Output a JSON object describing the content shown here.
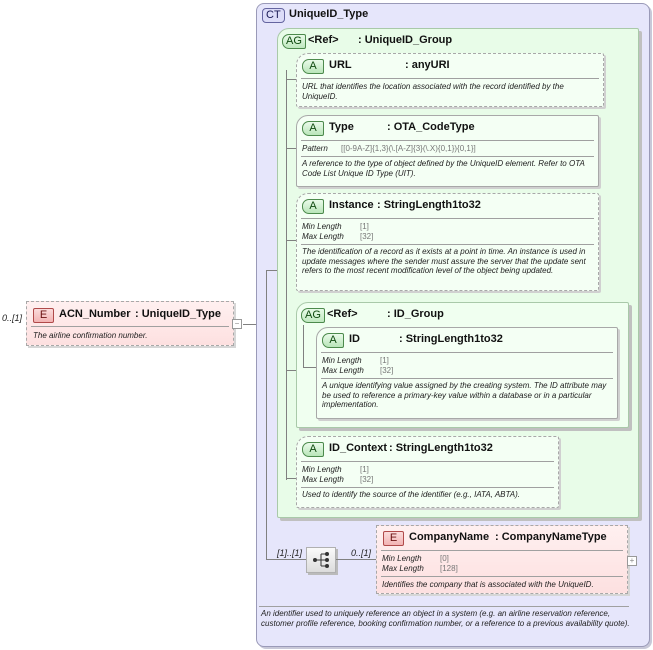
{
  "root_element": {
    "multiplicity": "0..[1]",
    "badge": "E",
    "name": "ACN_Number",
    "type": ": UniqueID_Type",
    "documentation": "The airline confirmation number.",
    "toggle": "−"
  },
  "complex_type": {
    "badge": "CT",
    "name": "UniqueID_Type",
    "documentation": "An identifier used to uniquely reference an object in a system (e.g. an airline reservation reference, customer profile reference, booking confirmation number, or a reference to a previous availability quote).",
    "attribute_group": {
      "badge": "AG",
      "ref": "<Ref>",
      "name": ": UniqueID_Group",
      "attributes": [
        {
          "badge": "A",
          "name": "URL",
          "type": ": anyURI",
          "documentation": "URL that identifies the location associated with the record identified by the UniqueID."
        },
        {
          "badge": "A",
          "name": "Type",
          "type": ": OTA_CodeType",
          "facets": [
            {
              "label": "Pattern",
              "value": "[[0-9A-Z]{1,3}(\\.[A-Z]{3}(\\.X){0,1}){0,1}]"
            }
          ],
          "documentation": "A reference to the type of object defined by the UniqueID element. Refer to OTA Code List Unique ID Type (UIT)."
        },
        {
          "badge": "A",
          "name": "Instance",
          "type": ": StringLength1to32",
          "facets": [
            {
              "label": "Min Length",
              "value": "[1]"
            },
            {
              "label": "Max Length",
              "value": "[32]"
            }
          ],
          "documentation": "The identification of a record as it exists at a point in time. An instance is used in update messages where the sender must assure the server that the update sent refers to the most recent modification level of the object being updated."
        }
      ],
      "nested_group": {
        "badge": "AG",
        "ref": "<Ref>",
        "name": ": ID_Group",
        "attribute": {
          "badge": "A",
          "name": "ID",
          "type": ": StringLength1to32",
          "facets": [
            {
              "label": "Min Length",
              "value": "[1]"
            },
            {
              "label": "Max Length",
              "value": "[32]"
            }
          ],
          "documentation": "A unique identifying value assigned by the creating system.  The ID attribute may be used to reference a primary-key value within a database or in a particular implementation."
        }
      },
      "last_attribute": {
        "badge": "A",
        "name": "ID_Context",
        "type": ": StringLength1to32",
        "facets": [
          {
            "label": "Min Length",
            "value": "[1]"
          },
          {
            "label": "Max Length",
            "value": "[32]"
          }
        ],
        "documentation": "Used to identify the source of the identifier (e.g., IATA, ABTA)."
      }
    },
    "sequence": {
      "multiplicity": "[1]..[1]",
      "child_multiplicity": "0..[1]",
      "child": {
        "badge": "E",
        "name": "CompanyName",
        "type": ": CompanyNameType",
        "facets": [
          {
            "label": "Min Length",
            "value": "[0]"
          },
          {
            "label": "Max Length",
            "value": "[128]"
          }
        ],
        "documentation": "Identifies the company that is associated with the UniqueID.",
        "toggle": "+"
      }
    }
  }
}
